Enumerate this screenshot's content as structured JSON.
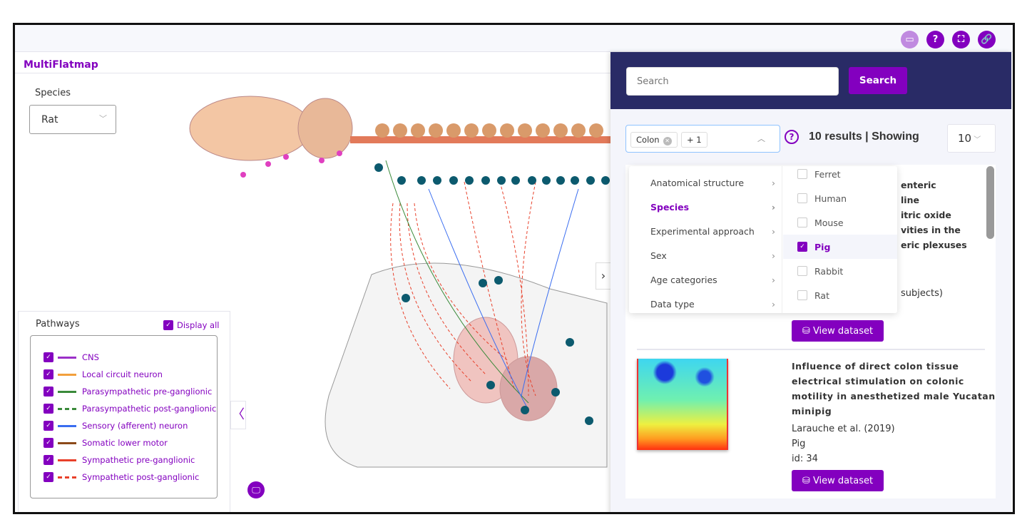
{
  "app": {
    "title": "MultiFlatmap"
  },
  "toolbar": {
    "icons": [
      "screen-icon",
      "help-icon",
      "fullscreen-icon",
      "link-icon"
    ]
  },
  "species": {
    "label": "Species",
    "value": "Rat"
  },
  "pathways": {
    "title": "Pathways",
    "display_all": "Display all",
    "items": [
      {
        "label": "CNS",
        "color": "#9b30c8",
        "dashed": false
      },
      {
        "label": "Local circuit neuron",
        "color": "#f2a03c",
        "dashed": false
      },
      {
        "label": "Parasympathetic pre-ganglionic",
        "color": "#3a8a3a",
        "dashed": false
      },
      {
        "label": "Parasympathetic post-ganglionic",
        "color": "#3a8a3a",
        "dashed": true
      },
      {
        "label": "Sensory (afferent) neuron",
        "color": "#3a6df0",
        "dashed": false
      },
      {
        "label": "Somatic lower motor",
        "color": "#8b4a1a",
        "dashed": false
      },
      {
        "label": "Sympathetic pre-ganglionic",
        "color": "#e8402a",
        "dashed": false
      },
      {
        "label": "Sympathetic post-ganglionic",
        "color": "#e8402a",
        "dashed": true
      }
    ]
  },
  "sidebar": {
    "search": {
      "placeholder": "Search",
      "button": "Search"
    },
    "filter": {
      "tags": [
        "Colon",
        "+ 1"
      ]
    },
    "results": "10 results | Showing",
    "per_page": "10",
    "categories": [
      {
        "label": "Anatomical structure",
        "active": false
      },
      {
        "label": "Species",
        "active": true
      },
      {
        "label": "Experimental approach",
        "active": false
      },
      {
        "label": "Sex",
        "active": false
      },
      {
        "label": "Age categories",
        "active": false
      },
      {
        "label": "Data type",
        "active": false
      }
    ],
    "options": [
      {
        "label": "Ferret",
        "checked": false
      },
      {
        "label": "Human",
        "checked": false
      },
      {
        "label": "Mouse",
        "checked": false
      },
      {
        "label": "Pig",
        "checked": true
      },
      {
        "label": "Rabbit",
        "checked": false
      },
      {
        "label": "Rat",
        "checked": false
      }
    ],
    "datasets": [
      {
        "title_lines": [
          "enteric",
          "line",
          "itric oxide",
          "vities in the",
          "eric plexuses"
        ],
        "meta": "subjects)",
        "button": "View dataset"
      },
      {
        "title_lines": [
          "Influence of direct colon tissue",
          "electrical stimulation on colonic",
          "motility in anesthetized male Yucatan",
          "minipig"
        ],
        "authors": "Larauche et al. (2019)",
        "species": "Pig",
        "id": "id: 34",
        "button": "View dataset"
      }
    ]
  },
  "colors": {
    "accent": "#8300bf",
    "header": "#292b66"
  }
}
